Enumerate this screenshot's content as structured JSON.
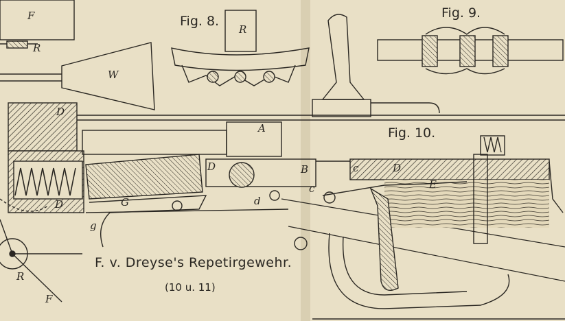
{
  "figures": {
    "fig8": "Fig. 8.",
    "fig9": "Fig. 9.",
    "fig10": "Fig. 10."
  },
  "caption": {
    "title": "F. v. Dreyse's Repetirgewehr.",
    "subtitle": "(10 u. 11)"
  },
  "part_labels": {
    "F_top": "F",
    "R_top": "R",
    "W": "W",
    "R_fig8": "R",
    "D_top": "D",
    "A": "A",
    "D_left": "D",
    "D_center": "D",
    "G": "G",
    "g": "g",
    "d": "d",
    "B": "B",
    "c_upper": "c",
    "D_right": "D",
    "c_lower": "c",
    "E": "E",
    "R_wheel": "R",
    "F_bottom": "F"
  },
  "colors": {
    "paper": "#e9e0c6",
    "ink": "#2a2722"
  }
}
